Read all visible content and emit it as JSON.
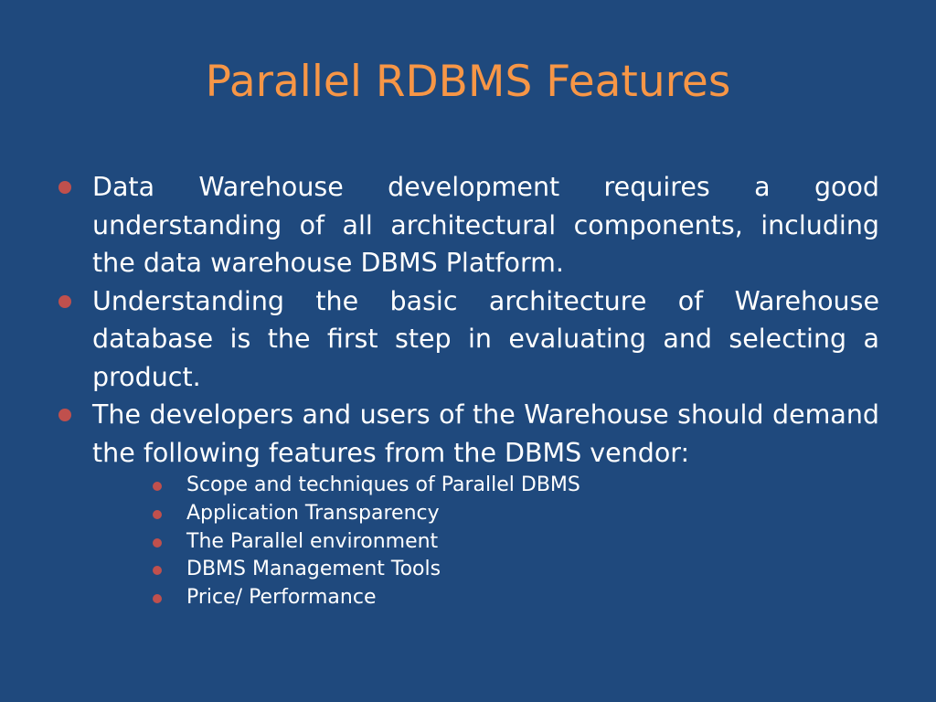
{
  "slide": {
    "title": "Parallel RDBMS Features",
    "bullets": [
      "Data Warehouse development requires a good understanding of all architectural components, including the data warehouse DBMS Platform.",
      " Understanding the basic architecture of Warehouse database is the first step in evaluating and selecting a product.",
      "The developers and users of the Warehouse should demand the following features from the DBMS vendor:"
    ],
    "sub_bullets": [
      "Scope and techniques of Parallel DBMS",
      "Application Transparency",
      "The Parallel environment",
      "DBMS Management Tools",
      "Price/ Performance"
    ]
  },
  "colors": {
    "background": "#1f497d",
    "title": "#f79646",
    "bullet": "#c0504d",
    "text": "#ffffff"
  }
}
